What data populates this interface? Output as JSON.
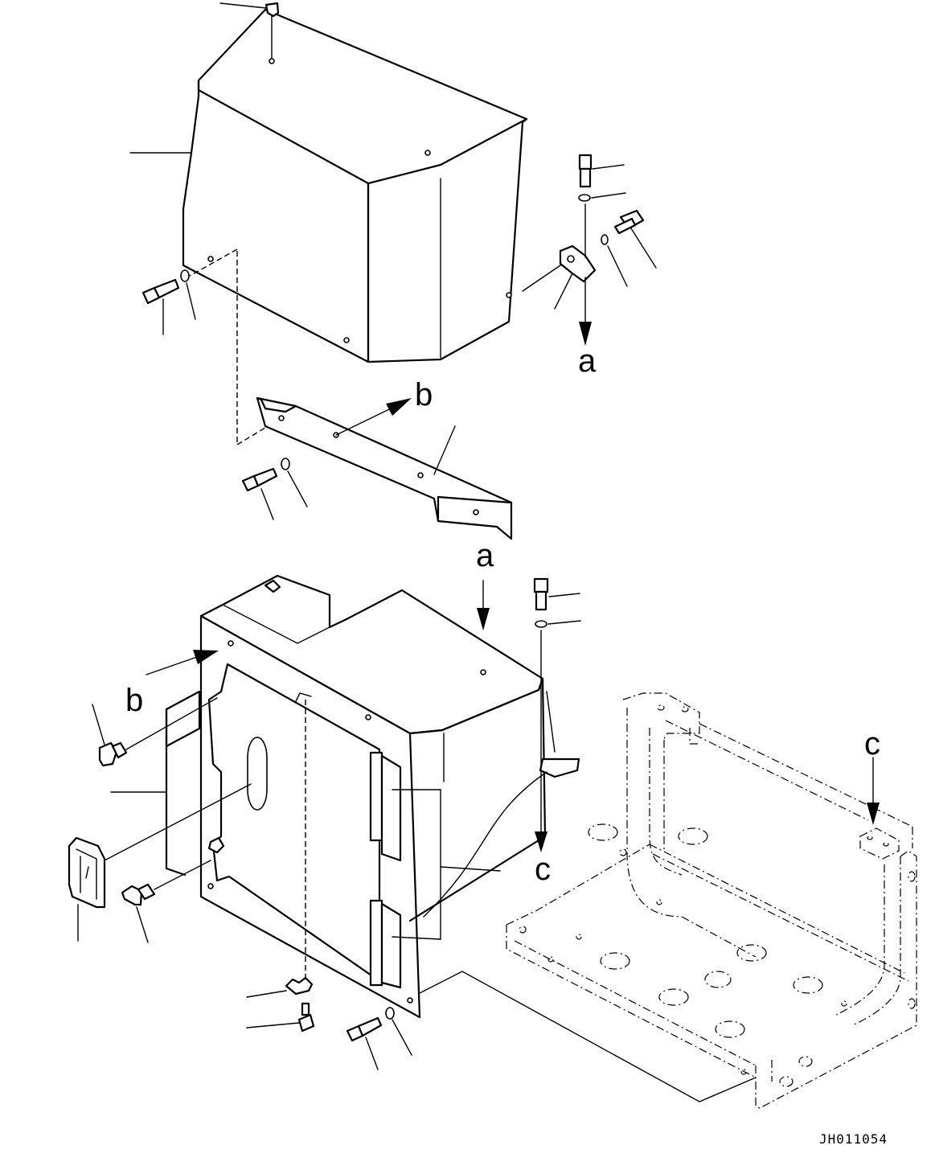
{
  "reference_labels": {
    "a_upper": "a",
    "a_lower": "a",
    "b_upper": "b",
    "b_lower": "b",
    "c_lower": "c",
    "c_frame": "c"
  },
  "drawing_code": "JH011054"
}
